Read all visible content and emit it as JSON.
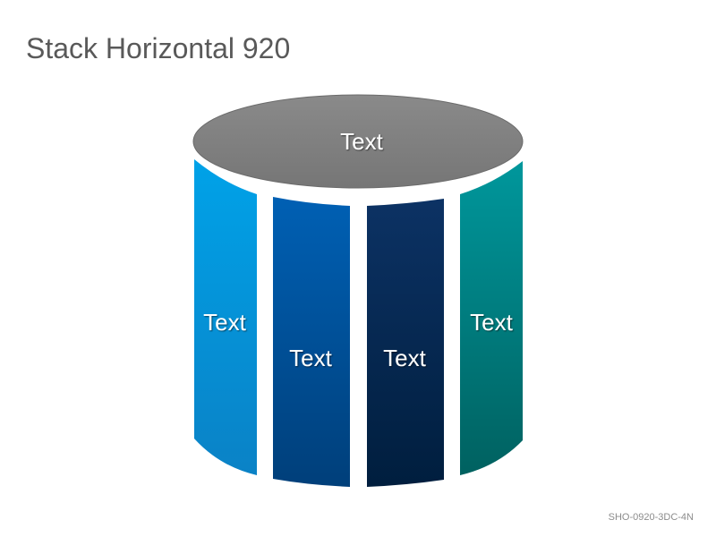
{
  "slide": {
    "title": "Stack Horizontal 920",
    "footer_code": "SHO-0920-3DC-4N"
  },
  "cylinder": {
    "top": {
      "label": "Text",
      "color": "#808080"
    },
    "segments": [
      {
        "label": "Text",
        "color_top": "#00a2e8",
        "color_bottom": "#0a82c6"
      },
      {
        "label": "Text",
        "color_top": "#0060b4",
        "color_bottom": "#003f7a"
      },
      {
        "label": "Text",
        "color_top": "#0c3264",
        "color_bottom": "#001e3e"
      },
      {
        "label": "Text",
        "color_top": "#00979c",
        "color_bottom": "#006160"
      }
    ]
  }
}
